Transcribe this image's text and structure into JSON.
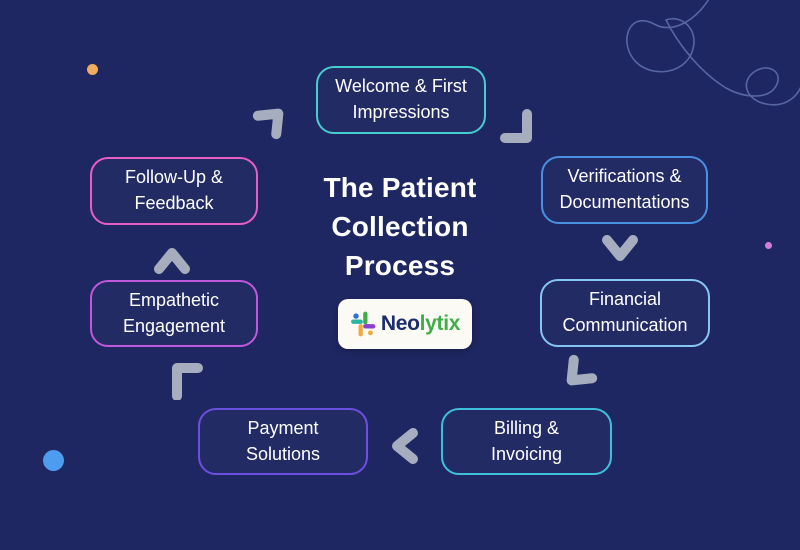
{
  "diagram": {
    "title_lines": [
      "The Patient",
      "Collection",
      "Process"
    ],
    "title_full": "The Patient Collection Process"
  },
  "steps": [
    {
      "id": "welcome",
      "label": "Welcome & First Impressions",
      "border_color": "#45cdd0"
    },
    {
      "id": "verifications",
      "label": "Verifications & Documentations",
      "border_color": "#4a90e2"
    },
    {
      "id": "financial",
      "label": "Financial Communication",
      "border_color": "#85c6f2"
    },
    {
      "id": "billing",
      "label": "Billing & Invoicing",
      "border_color": "#3fc0da"
    },
    {
      "id": "payment",
      "label": "Payment Solutions",
      "border_color": "#6d4fe0"
    },
    {
      "id": "empathetic",
      "label": "Empathetic Engagement",
      "border_color": "#c058dc"
    },
    {
      "id": "followup",
      "label": "Follow-Up & Feedback",
      "border_color": "#e65ec4"
    }
  ],
  "arrows": [
    {
      "name": "followup-to-welcome",
      "direction": "up-right",
      "style": "chevron"
    },
    {
      "name": "welcome-to-verifications",
      "direction": "down-right",
      "style": "elbow"
    },
    {
      "name": "verifications-to-financial",
      "direction": "down",
      "style": "chevron"
    },
    {
      "name": "financial-to-billing",
      "direction": "down-left",
      "style": "chevron"
    },
    {
      "name": "billing-to-payment",
      "direction": "left",
      "style": "chevron"
    },
    {
      "name": "payment-to-empathetic",
      "direction": "up-left",
      "style": "elbow"
    },
    {
      "name": "empathetic-to-followup",
      "direction": "up",
      "style": "chevron"
    }
  ],
  "logo": {
    "name": "Neolytix",
    "text_primary": "Neo",
    "text_secondary": "lytix",
    "card_color": "#fbfaf4",
    "primary_text_color": "#1b2d6e",
    "secondary_text_color": "#3fae49",
    "mark_colors": {
      "blue": "#2e6fd8",
      "green": "#3fae49",
      "purple": "#8a3fd0",
      "amber": "#f2a93b",
      "teal": "#2bb5a0"
    }
  },
  "colors": {
    "background": "#1f2762",
    "arrow": "#a6adbe",
    "title_text": "#ffffff",
    "box_text": "#ffffff"
  },
  "decorations": {
    "dots": [
      {
        "name": "orange-dot",
        "color": "#f0ad5e"
      },
      {
        "name": "blue-dot",
        "color": "#4d9cf0"
      },
      {
        "name": "pink-dot",
        "color": "#d07fd8"
      }
    ],
    "swirl_color": "#8fa3e0"
  }
}
